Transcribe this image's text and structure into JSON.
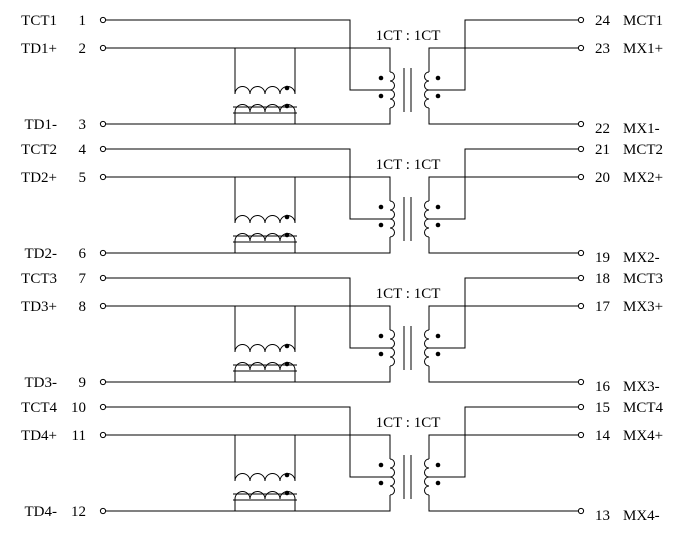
{
  "diagram": {
    "channels": [
      {
        "left_pins": [
          {
            "name": "TCT1",
            "number": "1"
          },
          {
            "name": "TD1+",
            "number": "2"
          },
          {
            "name": "TD1-",
            "number": "3"
          }
        ],
        "right_pins": [
          {
            "number": "24",
            "name": "MCT1"
          },
          {
            "number": "23",
            "name": "MX1+"
          },
          {
            "number": "22",
            "name": "MX1-"
          }
        ],
        "ratio_label": "1CT : 1CT"
      },
      {
        "left_pins": [
          {
            "name": "TCT2",
            "number": "4"
          },
          {
            "name": "TD2+",
            "number": "5"
          },
          {
            "name": "TD2-",
            "number": "6"
          }
        ],
        "right_pins": [
          {
            "number": "21",
            "name": "MCT2"
          },
          {
            "number": "20",
            "name": "MX2+"
          },
          {
            "number": "19",
            "name": "MX2-"
          }
        ],
        "ratio_label": "1CT : 1CT"
      },
      {
        "left_pins": [
          {
            "name": "TCT3",
            "number": "7"
          },
          {
            "name": "TD3+",
            "number": "8"
          },
          {
            "name": "TD3-",
            "number": "9"
          }
        ],
        "right_pins": [
          {
            "number": "18",
            "name": "MCT3"
          },
          {
            "number": "17",
            "name": "MX3+"
          },
          {
            "number": "16",
            "name": "MX3-"
          }
        ],
        "ratio_label": "1CT : 1CT"
      },
      {
        "left_pins": [
          {
            "name": "TCT4",
            "number": "10"
          },
          {
            "name": "TD4+",
            "number": "11"
          },
          {
            "name": "TD4-",
            "number": "12"
          }
        ],
        "right_pins": [
          {
            "number": "15",
            "name": "MCT4"
          },
          {
            "number": "14",
            "name": "MX4+"
          },
          {
            "number": "13",
            "name": "MX4-"
          }
        ],
        "ratio_label": "1CT : 1CT"
      }
    ]
  }
}
